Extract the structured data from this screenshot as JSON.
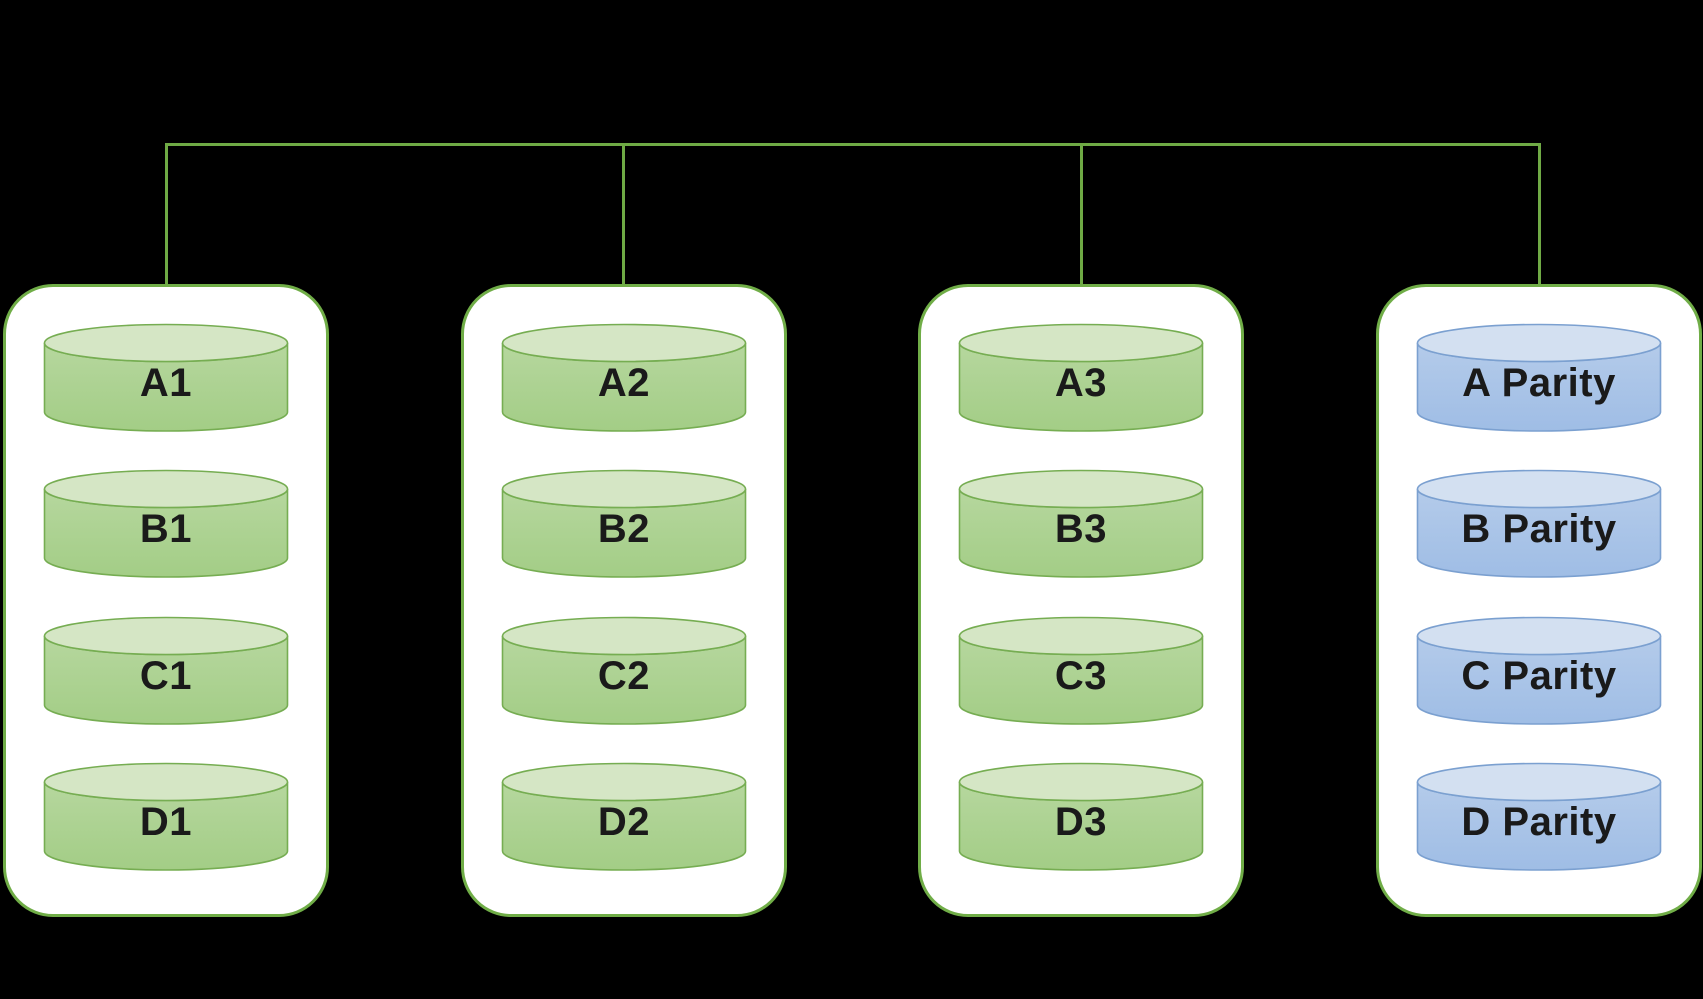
{
  "canvas": {
    "background_color": "#000000",
    "box_fill_color": "#ffffff",
    "box_border_color": "#70ad47",
    "connector_color": "#6faa45",
    "label_text_color": "#1a1a1a"
  },
  "disk_colors": {
    "green": {
      "ellipse": "#d5e6c5",
      "body_top": "#b6d79e",
      "body_bottom": "#a3cd86",
      "outline": "#76ad52"
    },
    "blue": {
      "ellipse": "#d3e0f1",
      "body_top": "#b4cbea",
      "body_bottom": "#9fbde5",
      "outline": "#7ba0d0"
    }
  },
  "columns": [
    {
      "id": "disk-1",
      "disk_color": "green",
      "disks": [
        "A1",
        "B1",
        "C1",
        "D1"
      ]
    },
    {
      "id": "disk-2",
      "disk_color": "green",
      "disks": [
        "A2",
        "B2",
        "C2",
        "D2"
      ]
    },
    {
      "id": "disk-3",
      "disk_color": "green",
      "disks": [
        "A3",
        "B3",
        "C3",
        "D3"
      ]
    },
    {
      "id": "parity-disk",
      "disk_color": "blue",
      "disks": [
        "A Parity",
        "B Parity",
        "C Parity",
        "D Parity"
      ]
    }
  ]
}
